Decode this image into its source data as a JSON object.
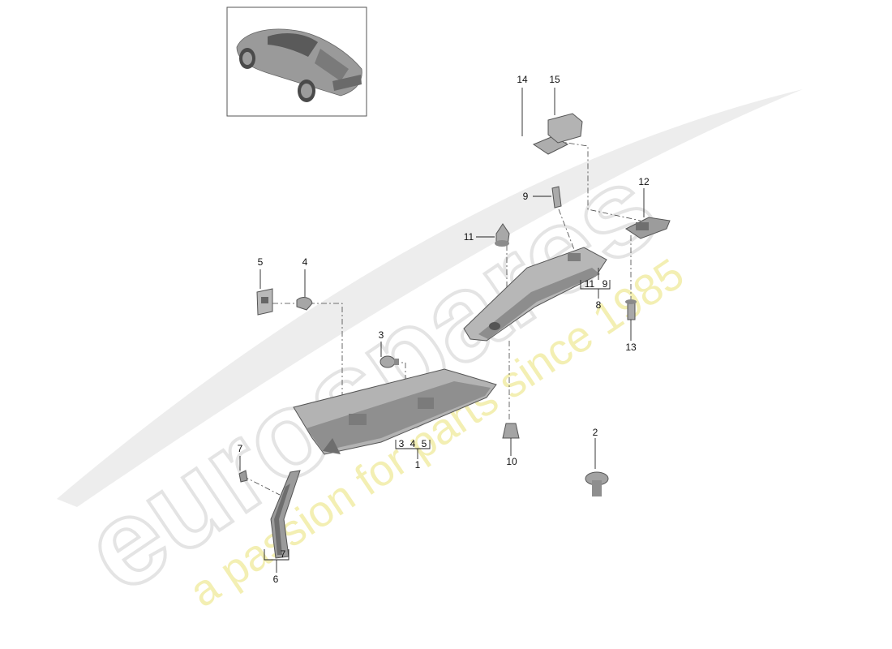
{
  "watermark": {
    "brand": "eurospares",
    "slogan": "a passion for parts since 1985"
  },
  "thumbnail": {
    "icon": "car-thumbnail-icon"
  },
  "callouts": {
    "c1": "1",
    "c2": "2",
    "c3": "3",
    "c4": "4",
    "c5": "5",
    "c6": "6",
    "c7": "7",
    "c8": "8",
    "c9": "9",
    "c10": "10",
    "c11": "11",
    "c12": "12",
    "c13": "13",
    "c14": "14",
    "c15": "15"
  },
  "groups": {
    "g1": {
      "a": "3",
      "b": "4",
      "c": "5"
    },
    "g8": {
      "a": "11",
      "b": "9"
    },
    "g6": {
      "a": "7"
    }
  },
  "colors": {
    "part_fill": "#b9b9b9",
    "part_dark": "#8e8e8e",
    "watermark_gray": "#e6e6e6",
    "watermark_yellow": "#f4f1b8"
  }
}
